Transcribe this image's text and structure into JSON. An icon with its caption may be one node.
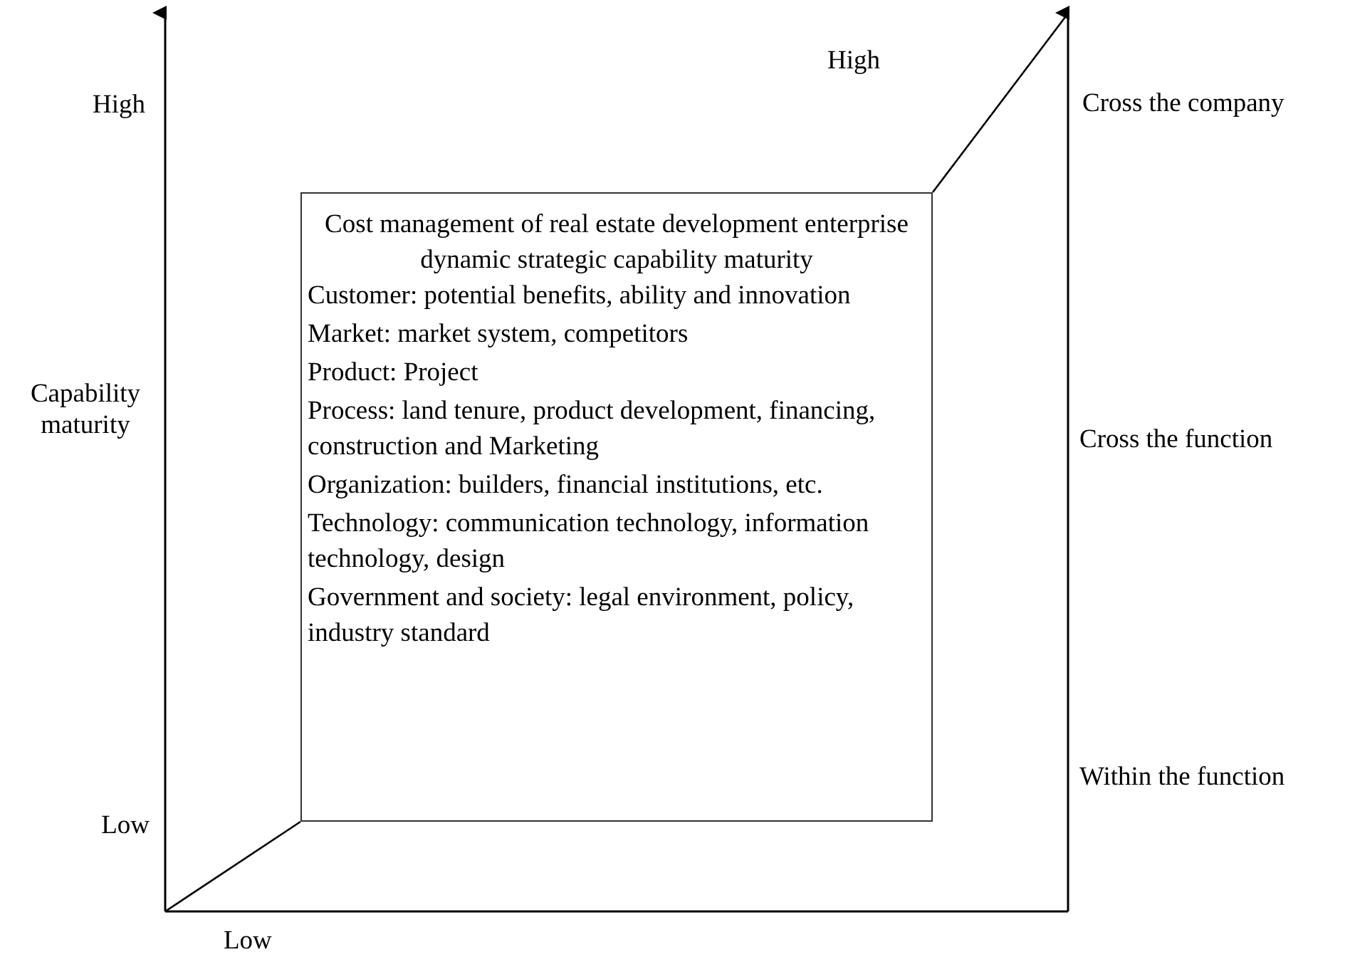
{
  "diagram": {
    "nodes": [
      {
        "text": [
          "Cost management of real estate development enterprise dynamic strategic capability maturity",
          "Customer: potential benefits, ability and innovation",
          "Market: market system, competitors",
          "Product: Project",
          "Process: land tenure, product development, financing, construction and Marketing",
          "Organization: builders, financial institutions, etc.",
          "Technology: communication technology, information technology, design",
          "Government and society: legal environment, policy, industry standard"
        ]
      }
    ],
    "labels": [
      "High",
      "High",
      "Cross the company",
      "Capability maturity",
      "Cross the function",
      "Within the function",
      "Low",
      "Low"
    ]
  }
}
